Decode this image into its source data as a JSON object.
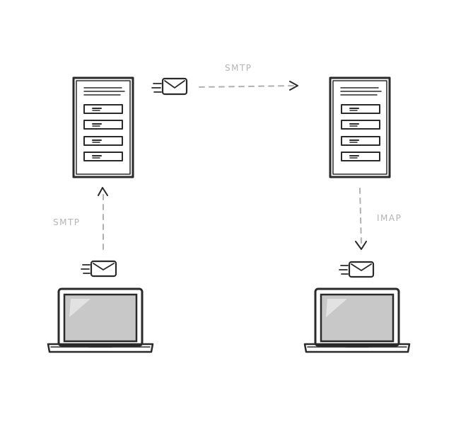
{
  "labels": {
    "smtp_top": "SMTP",
    "smtp_left": "SMTP",
    "imap_right": "IMAP"
  },
  "colors": {
    "ink": "#2a2a2a",
    "arrow": "#b0b0b0",
    "label": "#b4b4b4",
    "screen": "#c8c8c8"
  },
  "icons": [
    "server-icon",
    "laptop-icon",
    "envelope-icon"
  ]
}
